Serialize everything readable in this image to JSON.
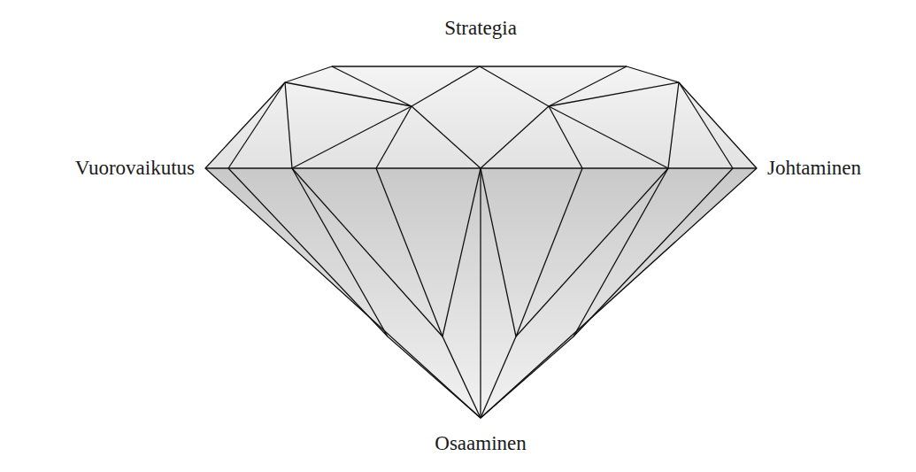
{
  "diagram": {
    "labels": [
      "Strategia",
      "Vuorovaikutus",
      "Johtaminen",
      "Osaaminen"
    ]
  }
}
